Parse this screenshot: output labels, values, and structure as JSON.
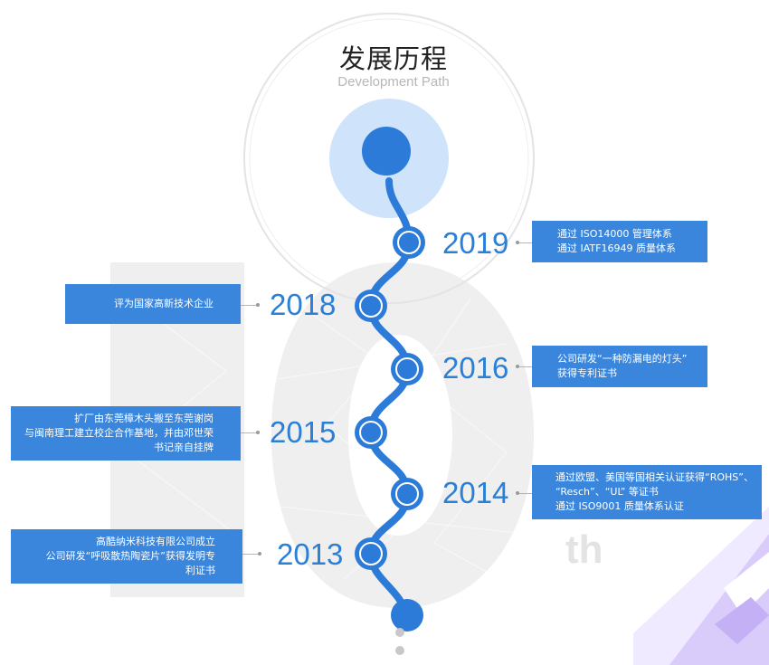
{
  "header": {
    "title": "发展历程",
    "subtitle": "Development Path"
  },
  "watermark": {
    "big_number": "10",
    "suffix": "th"
  },
  "colors": {
    "accent": "#2a7fd6",
    "box": "#3a86dd",
    "path": "#2c7bd9",
    "halo": "#cfe3fb",
    "watermark": "#efefef",
    "corner": "#c8b8f5"
  },
  "timeline": [
    {
      "year": "2019",
      "side": "right",
      "lines": [
        "通过 ISO14000 管理体系",
        "通过 IATF16949 质量体系"
      ]
    },
    {
      "year": "2018",
      "side": "left",
      "lines": [
        "评为国家高新技术企业"
      ]
    },
    {
      "year": "2016",
      "side": "right",
      "lines": [
        "公司研发“一种防漏电的灯头”",
        "获得专利证书"
      ]
    },
    {
      "year": "2015",
      "side": "left",
      "lines": [
        "扩厂由东莞樟木头搬至东莞谢岗",
        "与闽南理工建立校企合作基地，并由邓世荣",
        "书记亲自挂牌"
      ]
    },
    {
      "year": "2014",
      "side": "right",
      "lines": [
        "通过欧盟、美国等国相关认证获得“ROHS”、",
        "“Resch”、“UL” 等证书",
        "通过 ISO9001 质量体系认证"
      ]
    },
    {
      "year": "2013",
      "side": "left",
      "lines": [
        "高酷纳米科技有限公司成立",
        "公司研发“呼吸散热陶瓷片”获得发明专",
        "利证书"
      ]
    }
  ]
}
